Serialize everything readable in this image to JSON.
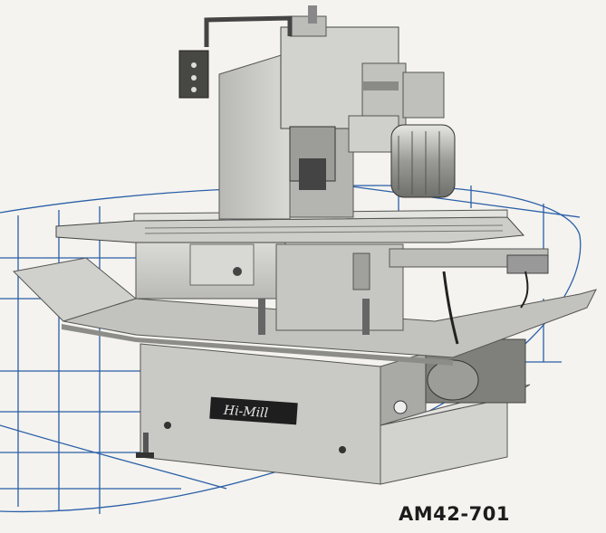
{
  "photo": {
    "subject": "milling-machine",
    "background_color": "#f4f3ef",
    "grid_color": "#2b5fa8",
    "machine_color": "#cfcfcb"
  },
  "brand_plate": {
    "text": "Hi-Mill"
  },
  "caption": {
    "model": "AM42-701"
  }
}
